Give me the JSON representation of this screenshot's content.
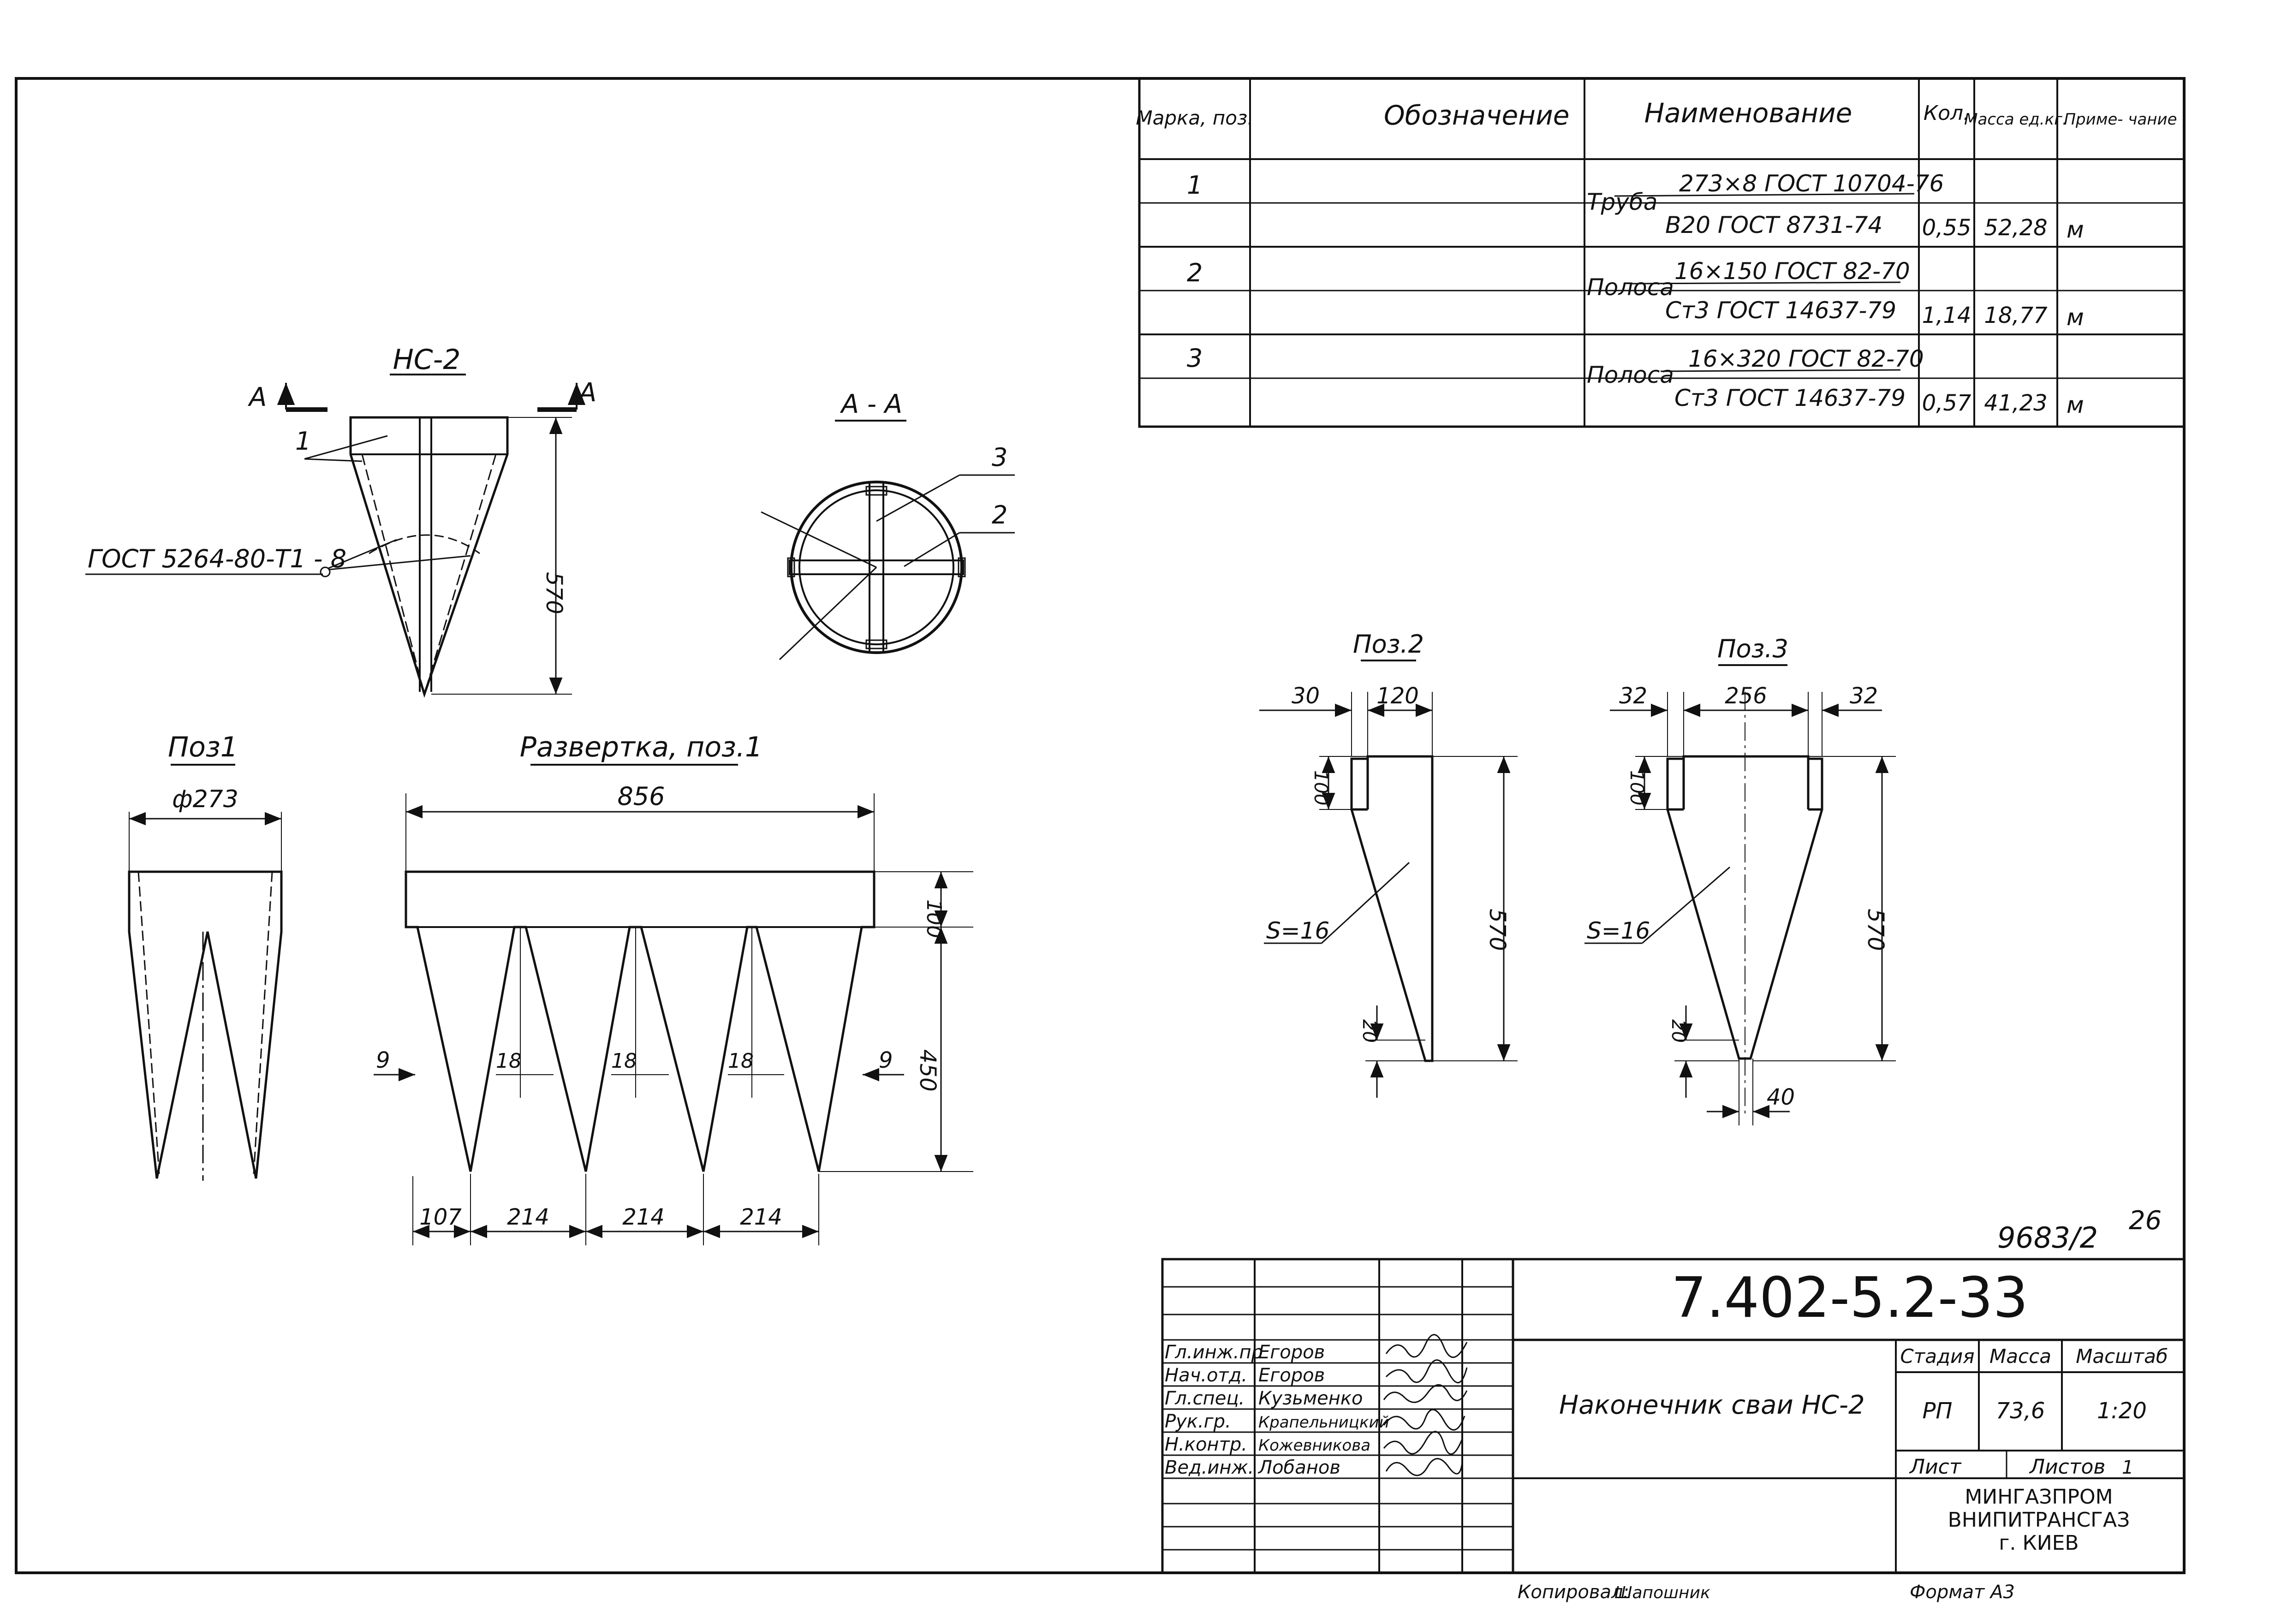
{
  "spec_table": {
    "headers": {
      "mark": "Марка, поз.",
      "designation": "Обозначение",
      "name": "Наименование",
      "qty": "Кол.",
      "mass": "Масса ед.кг.",
      "note": "Приме- чание"
    },
    "rows": [
      {
        "pos": "1",
        "name_prefix": "Труба",
        "name_top": "273×8 ГОСТ 10704-76",
        "name_bottom": "В20 ГОСТ 8731-74",
        "qty": "0,55",
        "mass": "52,28",
        "note": "м"
      },
      {
        "pos": "2",
        "name_prefix": "Полоса",
        "name_top": "16×150 ГОСТ 82-70",
        "name_bottom": "Ст3 ГОСТ 14637-79",
        "qty": "1,14",
        "mass": "18,77",
        "note": "м"
      },
      {
        "pos": "3",
        "name_prefix": "Полоса",
        "name_top": "16×320 ГОСТ 82-70",
        "name_bottom": "Ст3 ГОСТ 14637-79",
        "qty": "0,57",
        "mass": "41,23",
        "note": "м"
      }
    ]
  },
  "views": {
    "main": {
      "title": "НС-2",
      "section_mark": "А",
      "callout_1": "1",
      "weld": "ГОСТ 5264-80-Т1 - 8",
      "dim_height": "570"
    },
    "section": {
      "title": "А - А",
      "callout_3": "3",
      "callout_2": "2"
    },
    "pos1": {
      "title": "Поз1",
      "dim_diameter": "ф273"
    },
    "development": {
      "title": "Развертка, поз.1",
      "dim_width": "856",
      "dim_100": "100",
      "dim_450": "450",
      "dim_9": "9",
      "dim_18": "18",
      "dim_107": "107",
      "dim_214": "214"
    },
    "pos2": {
      "title": "Поз.2",
      "dim_30": "30",
      "dim_120": "120",
      "dim_100": "100",
      "thickness": "S=16",
      "dim_570": "570",
      "dim_20": "20"
    },
    "pos3": {
      "title": "Поз.3",
      "dim_32": "32",
      "dim_256": "256",
      "dim_100": "100",
      "thickness": "S=16",
      "dim_570": "570",
      "dim_20": "20",
      "dim_40": "40"
    }
  },
  "title_block": {
    "archive_no": "9683/2",
    "page_no": "26",
    "doc_code": "7.402-5.2-33",
    "staff": [
      {
        "role": "Гл.инж.пр",
        "name": "Егоров"
      },
      {
        "role": "Нач.отд.",
        "name": "Егоров"
      },
      {
        "role": "Гл.спец.",
        "name": "Кузьменко"
      },
      {
        "role": "Рук.гр.",
        "name": "Крапельницкий"
      },
      {
        "role": "Н.контр.",
        "name": "Кожевникова"
      },
      {
        "role": "Вед.инж.",
        "name": "Лобанов"
      }
    ],
    "product_name": "Наконечник сваи НС-2",
    "stage_label": "Стадия",
    "mass_label": "Масса",
    "scale_label": "Масштаб",
    "stage": "РП",
    "mass": "73,6",
    "scale": "1:20",
    "sheet_label": "Лист",
    "sheets_label": "Листов",
    "sheets": "1",
    "org_1": "МИНГАЗПРОМ",
    "org_2": "ВНИПИТРАНСГАЗ",
    "org_3": "г. КИЕВ",
    "copied_label": "Копировал:",
    "copied_by": "Шапошник",
    "format": "Формат А3"
  }
}
